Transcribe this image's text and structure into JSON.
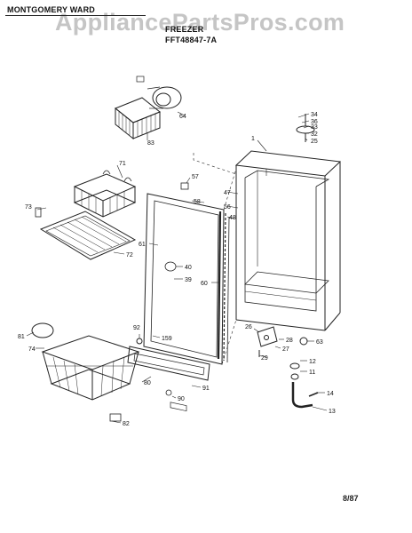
{
  "header": {
    "brand": "MONTGOMERY WARD",
    "title": "FREEZER",
    "model": "FFT48847-7A"
  },
  "watermark": "AppliancePartsPros.com",
  "footer": {
    "date": "8/87"
  },
  "colors": {
    "line": "#222222",
    "watermark": "#969696"
  },
  "callouts": [
    {
      "id": "c1",
      "label": "1"
    },
    {
      "id": "c11",
      "label": "11"
    },
    {
      "id": "c12",
      "label": "12"
    },
    {
      "id": "c13",
      "label": "13"
    },
    {
      "id": "c14",
      "label": "14"
    },
    {
      "id": "c25",
      "label": "25"
    },
    {
      "id": "c26",
      "label": "26"
    },
    {
      "id": "c27",
      "label": "27"
    },
    {
      "id": "c28",
      "label": "28"
    },
    {
      "id": "c29",
      "label": "29"
    },
    {
      "id": "c32",
      "label": "32"
    },
    {
      "id": "c33",
      "label": "33"
    },
    {
      "id": "c34",
      "label": "34"
    },
    {
      "id": "c36",
      "label": "36"
    },
    {
      "id": "c39",
      "label": "39"
    },
    {
      "id": "c40",
      "label": "40"
    },
    {
      "id": "c47",
      "label": "47"
    },
    {
      "id": "c48",
      "label": "48"
    },
    {
      "id": "c56",
      "label": "56"
    },
    {
      "id": "c57",
      "label": "57"
    },
    {
      "id": "c58",
      "label": "58"
    },
    {
      "id": "c59",
      "label": "159"
    },
    {
      "id": "c60",
      "label": "60"
    },
    {
      "id": "c61",
      "label": "61"
    },
    {
      "id": "c63",
      "label": "63"
    },
    {
      "id": "c64",
      "label": "64"
    },
    {
      "id": "c71",
      "label": "71"
    },
    {
      "id": "c72",
      "label": "72"
    },
    {
      "id": "c73",
      "label": "73"
    },
    {
      "id": "c74",
      "label": "74"
    },
    {
      "id": "c80",
      "label": "80"
    },
    {
      "id": "c81",
      "label": "81"
    },
    {
      "id": "c82",
      "label": "82"
    },
    {
      "id": "c83",
      "label": "83"
    },
    {
      "id": "c90",
      "label": "90"
    },
    {
      "id": "c91",
      "label": "91"
    },
    {
      "id": "c92",
      "label": "92"
    }
  ]
}
